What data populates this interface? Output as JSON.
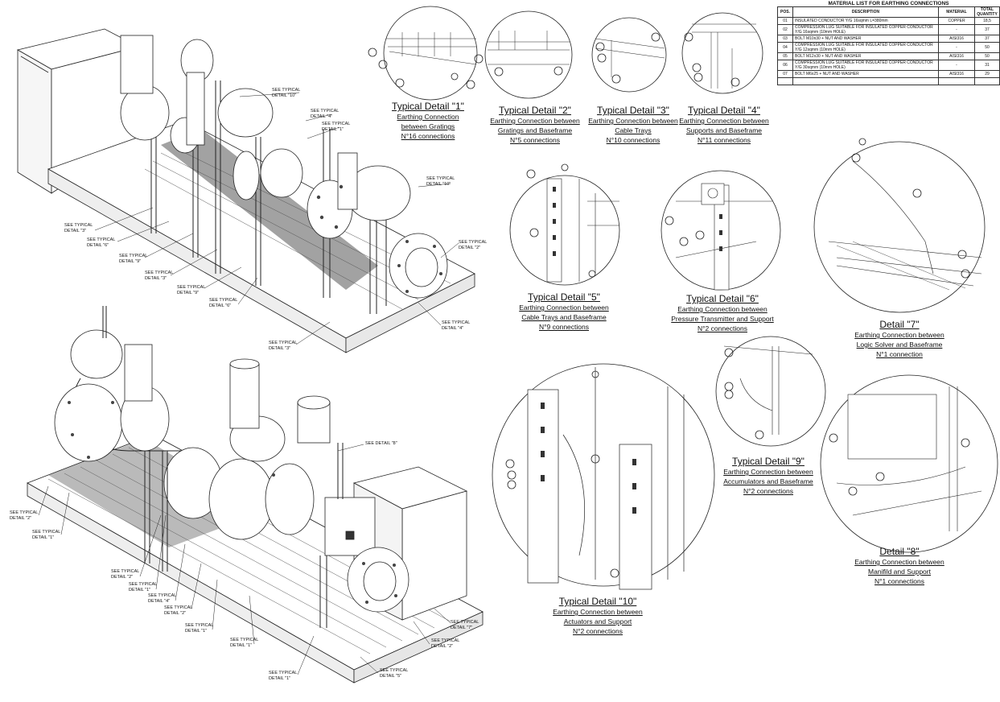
{
  "material_list": {
    "title": "MATERIAL LIST FOR EARTHING CONNECTIONS",
    "headers": [
      "POS.",
      "DESCRIPTION",
      "MATERIAL",
      "TOTAL QUANTITY"
    ],
    "rows": [
      {
        "pos": "01",
        "desc": "INSULATED CONDUCTOR Y/G 16sqmm L=380mm",
        "mat": "COPPER",
        "qty": "18,5"
      },
      {
        "pos": "02",
        "desc": "COMPRESSION LUG SUITABLE FOR INSULATED COPPER CONDUCTOR Y/G 16sqmm (10mm HOLE)",
        "mat": "-",
        "qty": "37"
      },
      {
        "pos": "03",
        "desc": "BOLT M10x30 + NUT AND WASHER",
        "mat": "AISI316",
        "qty": "37"
      },
      {
        "pos": "04",
        "desc": "COMPRESSION LUG SUITABLE FOR INSULATED COPPER CONDUCTOR Y/G 12sqmm (10mm HOLE)",
        "mat": "-",
        "qty": "50"
      },
      {
        "pos": "05",
        "desc": "BOLT M12x30 + NUT AND WASHER",
        "mat": "AISI316",
        "qty": "50"
      },
      {
        "pos": "06",
        "desc": "COMPRESSION LUG SUITABLE FOR INSULATED COPPER CONDUCTOR Y/G 30sqmm (10mm HOLE)",
        "mat": "-",
        "qty": "31"
      },
      {
        "pos": "07",
        "desc": "BOLT M6x25 + NUT AND WASHER",
        "mat": "AISI316",
        "qty": "29"
      }
    ]
  },
  "details": [
    {
      "title": "Typical Detail \"1\"",
      "line1": "Earthing Connection",
      "line2": "between Gratings",
      "count": "N°16 connections"
    },
    {
      "title": "Typical Detail \"2\"",
      "line1": "Earthing Connection between",
      "line2": "Gratings and Baseframe",
      "count": "N°5 connections"
    },
    {
      "title": "Typical Detail \"3\"",
      "line1": "Earthing Connection between",
      "line2": "Cable Trays",
      "count": "N°10 connections"
    },
    {
      "title": "Typical Detail \"4\"",
      "line1": "Earthing Connection between",
      "line2": "Supports and Baseframe",
      "count": "N°11 connections"
    },
    {
      "title": "Typical Detail \"5\"",
      "line1": "Earthing Connection between",
      "line2": "Cable Trays and Baseframe",
      "count": "N°9 connections"
    },
    {
      "title": "Typical Detail \"6\"",
      "line1": "Earthing Connection between",
      "line2": "Pressure Transmitter and Support",
      "count": "N°2 connections"
    },
    {
      "title": "Detail \"7\"",
      "line1": "Earthing Connection between",
      "line2": "Logic Solver and Baseframe",
      "count": "N°1 connection"
    },
    {
      "title": "Typical Detail \"9\"",
      "line1": "Earthing Connection between",
      "line2": "Accumulators and Baseframe",
      "count": "N°2 connections"
    },
    {
      "title": "Typical Detail \"10\"",
      "line1": "Earthing Connection between",
      "line2": "Actuators and Support",
      "count": "N°2 connections"
    },
    {
      "title": "Detail \"8\"",
      "line1": "Earthing Connection between",
      "line2": "Manifild and Support",
      "count": "N°1 connections"
    }
  ],
  "callouts": {
    "see_typical": "SEE TYPICAL",
    "see_detail_8": "SEE DETAIL \"8\"",
    "d1": "DETAIL \"1\"",
    "d2": "DETAIL \"2\"",
    "d3": "DETAIL \"3\"",
    "d4": "DETAIL \"4\"",
    "d5": "DETAIL \"5\"",
    "d6": "DETAIL \"6\"",
    "d7": "DETAIL \"7\"",
    "d9": "DETAIL \"9\"",
    "d10": "DETAIL \"10\""
  }
}
